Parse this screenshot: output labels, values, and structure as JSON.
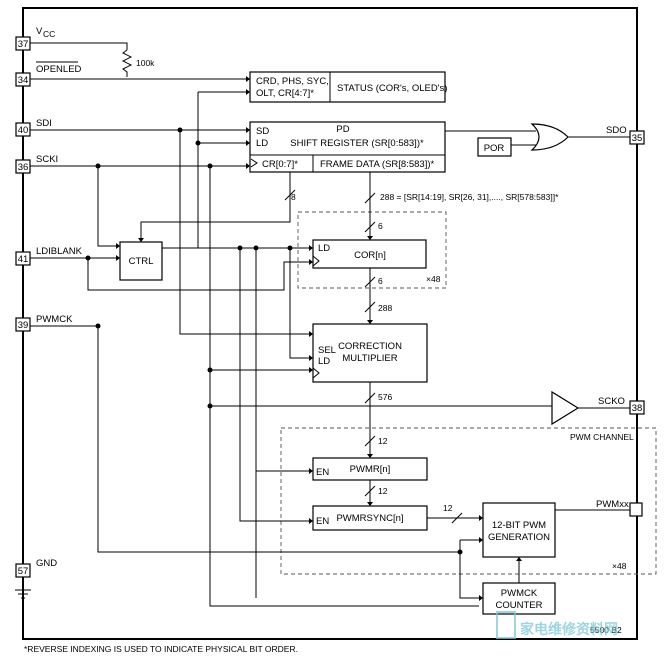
{
  "pins": {
    "vcc": {
      "number": "37",
      "label_main": "V",
      "label_sub": "CC"
    },
    "openled": {
      "number": "34",
      "label": "OPENLED"
    },
    "sdi": {
      "number": "40",
      "label": "SDI"
    },
    "scki": {
      "number": "36",
      "label": "SCKI"
    },
    "ldiblank": {
      "number": "41",
      "label": "LDIBLANK"
    },
    "pwmck": {
      "number": "39",
      "label": "PWMCK"
    },
    "gnd": {
      "number": "57",
      "label": "GND"
    },
    "sdo": {
      "number": "35",
      "label": "SDO"
    },
    "scko": {
      "number": "38",
      "label": "SCKO"
    },
    "pwmxx": {
      "label": "PWMxx"
    }
  },
  "resistor": {
    "label": "100k"
  },
  "blocks": {
    "status_left_line1": "CRD, PHS, SYC,",
    "status_left_line2": "OLT, CR[4:7]*",
    "status_right": "STATUS (COR's, OLED's)",
    "shift_sd": "SD",
    "shift_ld": "LD",
    "shift_pd": "PD",
    "shift_title": "SHIFT REGISTER (SR[0:583])*",
    "cr_label": "CR[0:7]*",
    "frame_data": "FRAME DATA (SR[8:583])*",
    "por": "POR",
    "ctrl": "CTRL",
    "cor_ld": "LD",
    "cor": "COR[n]",
    "cor_mult": "×48",
    "cm_line1": "CORRECTION",
    "cm_line2": "MULTIPLIER",
    "cm_sel": "SEL",
    "cm_ld": "LD",
    "pwm_channel": "PWM CHANNEL",
    "pwmr_en": "EN",
    "pwmr": "PWMR[n]",
    "pwmrsync_en": "EN",
    "pwmrsync": "PWMRSYNC[n]",
    "gen_line1": "12-BIT PWM",
    "gen_line2": "GENERATION",
    "pwm_mult": "×48",
    "counter_line1": "PWMCK",
    "counter_line2": "COUNTER"
  },
  "buses": {
    "cr_bus": "8",
    "frame_bus": "288 = [SR[14:19], SR[26, 31],...., SR[578:583]]*",
    "cor_in": "6",
    "cor_out": "6",
    "cm_in": "288",
    "cm_out": "576",
    "pwmr_in": "12",
    "pwmrsync_in": "12",
    "gen_in": "12"
  },
  "footnote": "*REVERSE INDEXING IS USED TO INDICATE PHYSICAL BIT ORDER.",
  "code": "5500 B2",
  "watermark": "家电维修资料网"
}
